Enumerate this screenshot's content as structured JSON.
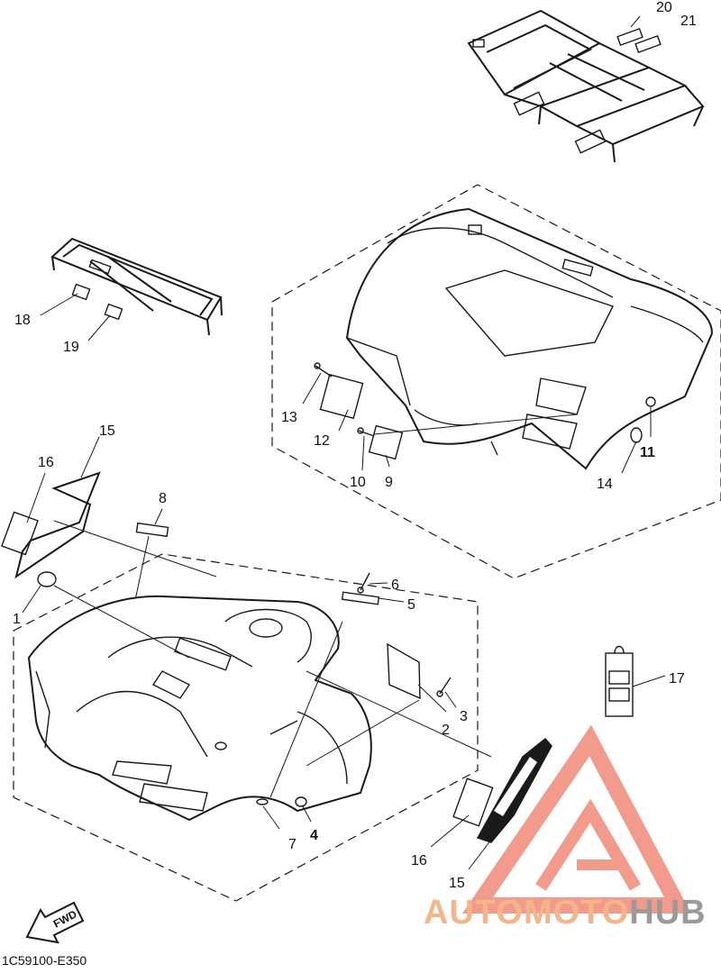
{
  "diagram": {
    "sheet_code": "1C59100-E350",
    "fwd_label": "FWD",
    "callouts": [
      {
        "id": "c20",
        "text": "20",
        "bold": false
      },
      {
        "id": "c21",
        "text": "21",
        "bold": false
      },
      {
        "id": "c18",
        "text": "18",
        "bold": false
      },
      {
        "id": "c19",
        "text": "19",
        "bold": false
      },
      {
        "id": "c13",
        "text": "13",
        "bold": false
      },
      {
        "id": "c12",
        "text": "12",
        "bold": false
      },
      {
        "id": "c10",
        "text": "10",
        "bold": false
      },
      {
        "id": "c9",
        "text": "9",
        "bold": false
      },
      {
        "id": "c11",
        "text": "11",
        "bold": true
      },
      {
        "id": "c14",
        "text": "14",
        "bold": false
      },
      {
        "id": "c15a",
        "text": "15",
        "bold": false
      },
      {
        "id": "c16a",
        "text": "16",
        "bold": false
      },
      {
        "id": "c8",
        "text": "8",
        "bold": false
      },
      {
        "id": "c1",
        "text": "1",
        "bold": false
      },
      {
        "id": "c6",
        "text": "6",
        "bold": false
      },
      {
        "id": "c5",
        "text": "5",
        "bold": false
      },
      {
        "id": "c17",
        "text": "17",
        "bold": false
      },
      {
        "id": "c2",
        "text": "2",
        "bold": false
      },
      {
        "id": "c3",
        "text": "3",
        "bold": false
      },
      {
        "id": "c7",
        "text": "7",
        "bold": false
      },
      {
        "id": "c4",
        "text": "4",
        "bold": true
      },
      {
        "id": "c16b",
        "text": "16",
        "bold": false
      },
      {
        "id": "c15b",
        "text": "15",
        "bold": false
      }
    ]
  },
  "watermark": {
    "brand_part1": "AUTOMOTO",
    "brand_part2": "HUB",
    "color_primary": "#f08a7a",
    "color_secondary": "#9a9a9a"
  }
}
